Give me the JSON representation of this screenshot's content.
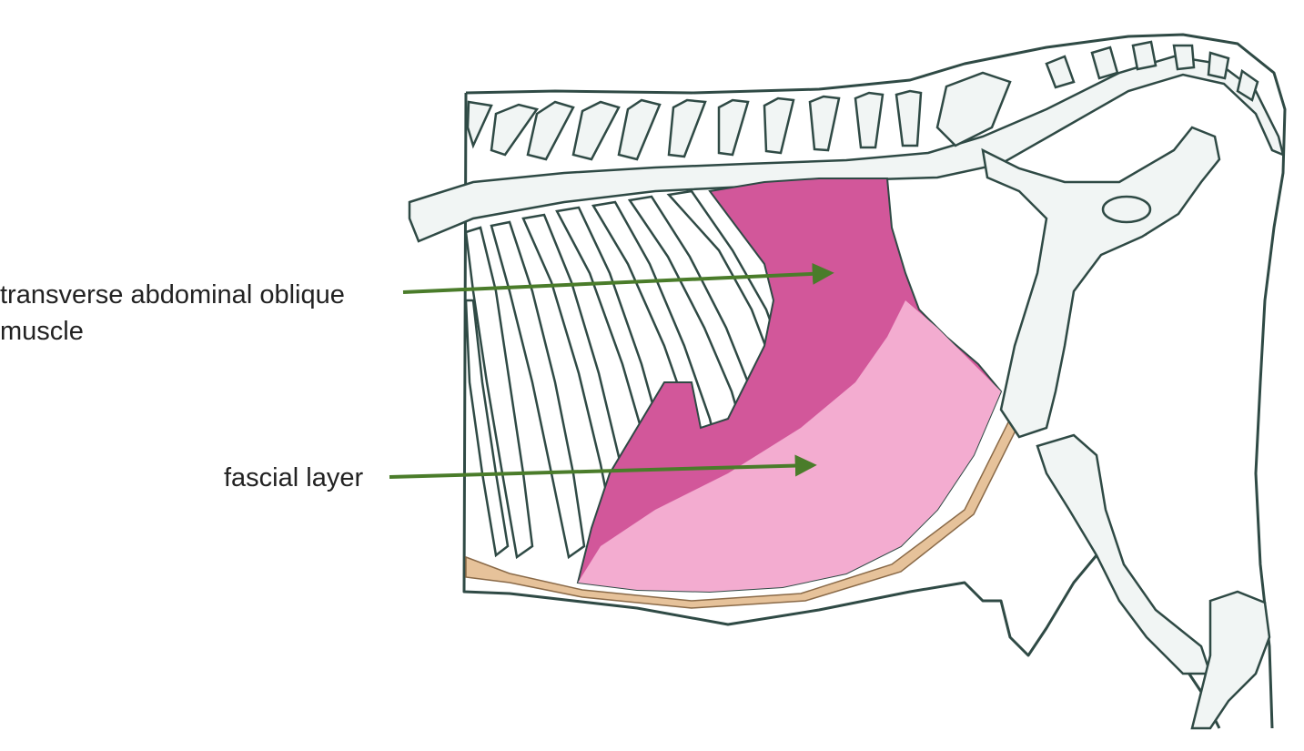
{
  "labels": {
    "transverse": {
      "line1": "transverse abdominal oblique",
      "line2": "muscle"
    },
    "fascial": "fascial layer"
  },
  "colors": {
    "outline": "#2f4a45",
    "bone_fill": "#f1f5f4",
    "muscle_dark": "#d2579a",
    "muscle_light": "#f3acd0",
    "fascia": "#e6c29a",
    "arrow": "#4a7c2a"
  }
}
